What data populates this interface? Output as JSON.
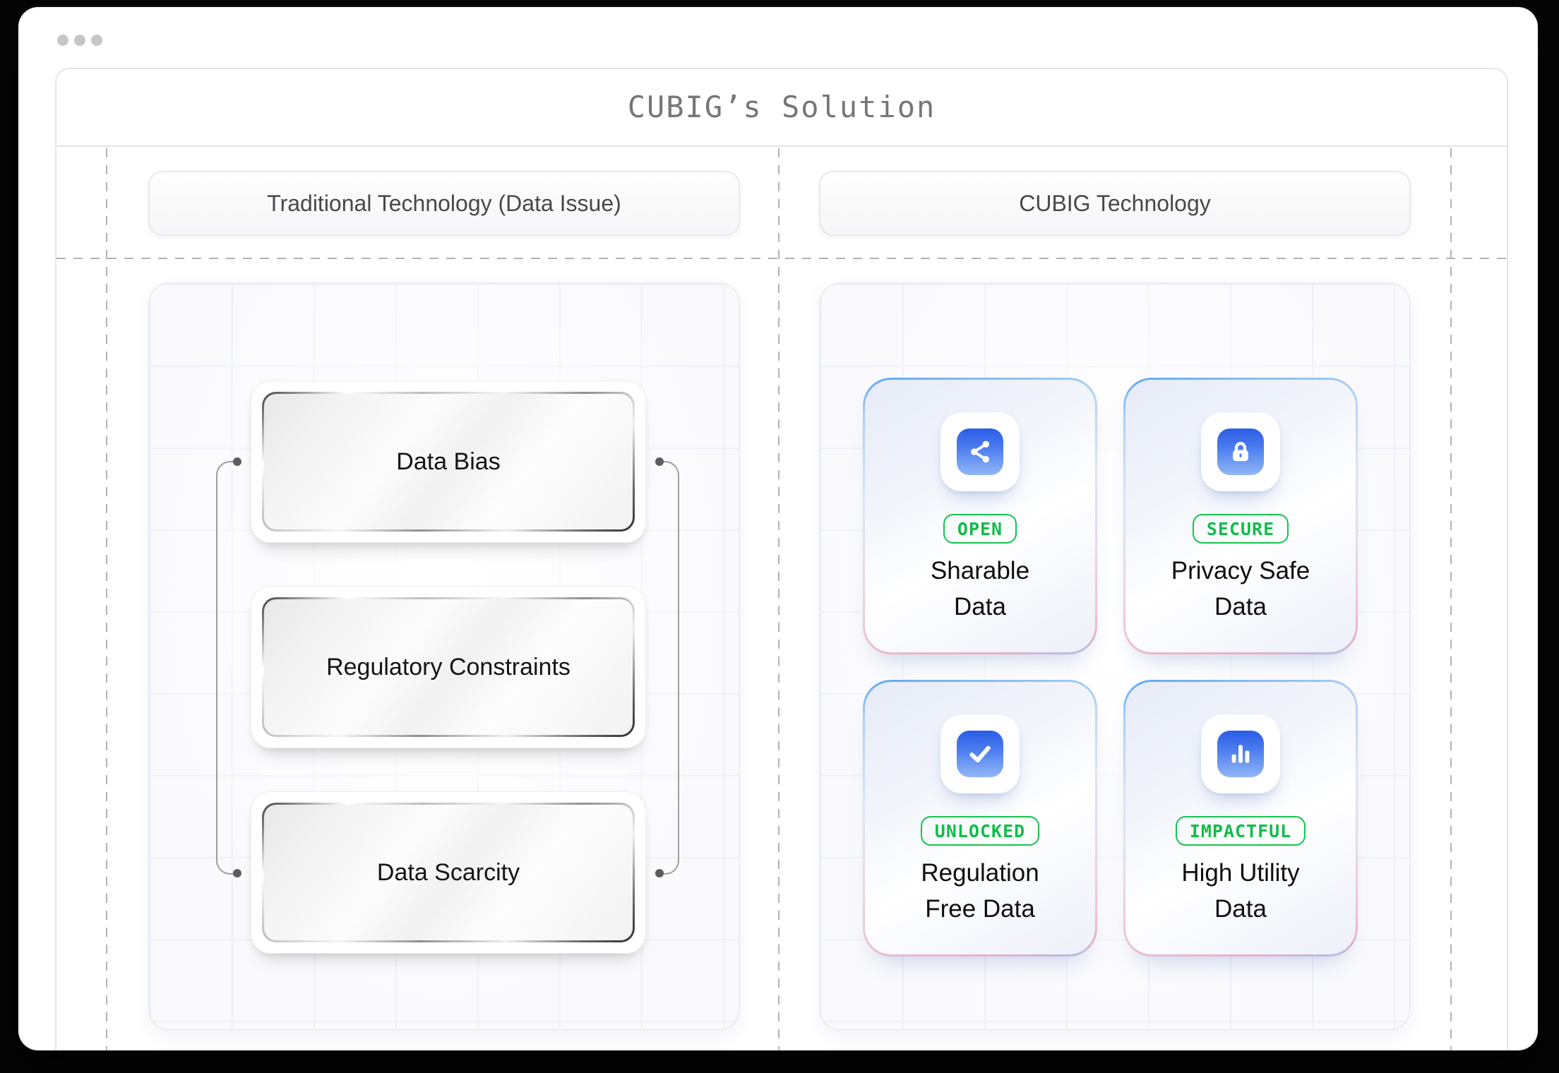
{
  "title": "CUBIG’s Solution",
  "left_column": {
    "header": "Traditional Technology (Data Issue)",
    "boxes": [
      {
        "label": "Data Bias"
      },
      {
        "label": "Regulatory Constraints"
      },
      {
        "label": "Data Scarcity"
      }
    ]
  },
  "right_column": {
    "header": "CUBIG Technology",
    "cards": [
      {
        "icon": "share-icon",
        "badge": "OPEN",
        "title_line1": "Sharable",
        "title_line2": "Data"
      },
      {
        "icon": "lock-icon",
        "badge": "SECURE",
        "title_line1": "Privacy Safe",
        "title_line2": "Data"
      },
      {
        "icon": "check-icon",
        "badge": "UNLOCKED",
        "title_line1": "Regulation",
        "title_line2": "Free Data"
      },
      {
        "icon": "bar-chart-icon",
        "badge": "IMPACTFUL",
        "title_line1": "High Utility",
        "title_line2": "Data"
      }
    ]
  },
  "colors": {
    "badge_green": "#16c34f",
    "icon_blue_top": "#2b5ce6",
    "icon_blue_bottom": "#93b6f7",
    "card_border_blue": "#5ea7f1",
    "card_border_pink": "#e7b0c5"
  }
}
